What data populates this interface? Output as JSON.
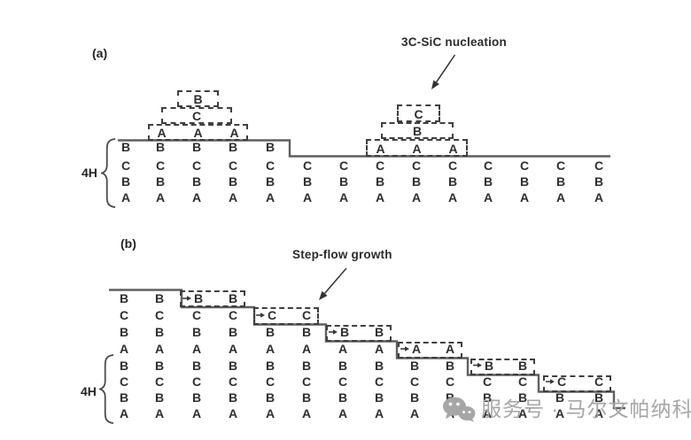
{
  "figure": {
    "description_colors": {
      "ink": "#2e2e2e",
      "line": "#5f5f5f",
      "dash": "#3f3f3f",
      "watermark": "#a6a6a6"
    },
    "panel_a": {
      "label": "(a)",
      "annotation": "3C-SiC nucleation",
      "unit_cell_label": "4H",
      "substrate": {
        "upper_terrace_stacking_top_to_bottom": [
          "B",
          "C",
          "B",
          "A"
        ],
        "upper_terrace_columns": 5,
        "lower_terrace_stacking_top_to_bottom": [
          "C",
          "B",
          "A"
        ],
        "lower_terrace_columns": 9
      },
      "nuclei": [
        {
          "tiers_top_to_bottom": [
            [
              "B"
            ],
            [
              "C"
            ],
            [
              "A",
              "A",
              "A"
            ]
          ]
        },
        {
          "tiers_top_to_bottom": [
            [
              "C"
            ],
            [
              "B"
            ],
            [
              "A",
              "A",
              "A"
            ]
          ]
        }
      ]
    },
    "panel_b": {
      "label": "(b)",
      "annotation": "Step-flow growth",
      "unit_cell_label": "4H",
      "stacking_top_to_bottom": [
        "B",
        "C",
        "B",
        "A",
        "B",
        "C",
        "B",
        "A"
      ],
      "full_height_columns": 2,
      "terrace_count": 7,
      "adatom_rows": [
        [
          "B",
          "B"
        ],
        [
          "C",
          "C"
        ],
        [
          "B",
          "B"
        ],
        [
          "A",
          "A"
        ],
        [
          "B",
          "B"
        ],
        [
          "C",
          "C"
        ]
      ]
    },
    "watermark": {
      "icon": "wechat-icon",
      "text": "服务号 · 马尔文帕纳科"
    }
  }
}
